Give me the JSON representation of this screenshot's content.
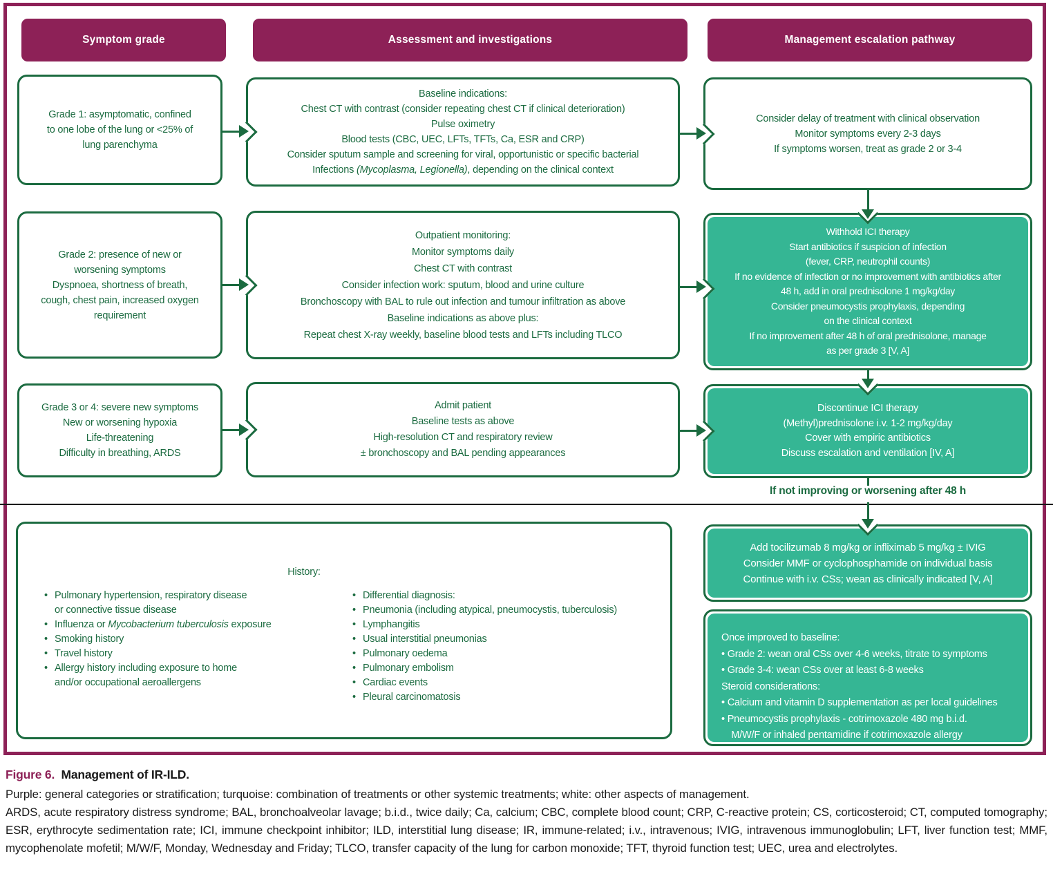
{
  "colors": {
    "purple": "#8D2157",
    "teal": "#35B694",
    "dark_green": "#1B6B40",
    "divider": "#1A1A1A"
  },
  "headers": {
    "symptom_grade": "Symptom grade",
    "assessment": "Assessment and investigations",
    "management": "Management escalation pathway"
  },
  "boxes": {
    "grade1": {
      "lines": [
        "Grade 1: asymptomatic, confined",
        "to one lobe of the lung or <25% of",
        "lung parenchyma"
      ]
    },
    "assessment1": {
      "lines": [
        "Baseline indications:",
        "Chest CT with contrast (consider repeating chest CT if clinical deterioration)",
        "Pulse oximetry",
        "Blood tests (CBC, UEC, LFTs, TFTs, Ca, ESR and CRP)",
        "Consider sputum sample and screening for viral, opportunistic or specific bacterial",
        "Infections *(Mycoplasma, Legionella)*, depending on the clinical context"
      ]
    },
    "management1": {
      "lines": [
        "Consider delay of treatment with clinical observation",
        "Monitor symptoms every 2-3 days",
        "If symptoms worsen, treat as grade 2 or 3-4"
      ]
    },
    "grade2": {
      "lines": [
        "Grade 2: presence of new or",
        "worsening symptoms",
        "Dyspnoea, shortness of breath,",
        "cough, chest pain, increased oxygen",
        "requirement"
      ]
    },
    "assessment2": {
      "lines": [
        "Outpatient monitoring:",
        "Monitor symptoms daily",
        "Chest CT with contrast",
        "Consider infection work: sputum, blood and urine culture",
        "Bronchoscopy with BAL to rule out infection and tumour infiltration as above",
        "Baseline indications as above plus:",
        "Repeat chest X-ray weekly, baseline blood tests and LFTs including TLCO"
      ]
    },
    "management2": {
      "lines": [
        "Withhold ICI therapy",
        "Start antibiotics if suspicion of infection",
        "(fever, CRP, neutrophil counts)",
        "If no evidence of infection or no improvement with antibiotics after",
        "48 h, add in oral prednisolone 1 mg/kg/day",
        "Consider pneumocystis prophylaxis, depending",
        "on the clinical context",
        "If no improvement after 48 h of oral prednisolone, manage",
        "as per grade 3 [V, A]"
      ]
    },
    "grade34": {
      "lines": [
        "Grade 3 or 4: severe new symptoms",
        "New or worsening hypoxia",
        "Life-threatening",
        "Difficulty in breathing, ARDS"
      ]
    },
    "assessment34": {
      "lines": [
        "Admit patient",
        "Baseline tests as above",
        "High-resolution CT and respiratory review",
        "± bronchoscopy and BAL pending appearances"
      ]
    },
    "management34": {
      "lines": [
        "Discontinue ICI therapy",
        "(Methyl)prednisolone i.v. 1-2 mg/kg/day",
        "Cover with empiric antibiotics",
        "Discuss escalation and ventilation [IV, A]"
      ]
    },
    "tocilizumab": {
      "lines": [
        "Add tocilizumab 8 mg/kg or infliximab 5 mg/kg ± IVIG",
        "Consider MMF or cyclophosphamide on individual basis",
        "Continue with i.v. CSs; wean as clinically indicated [V, A]"
      ]
    },
    "wean": {
      "lines": [
        "Once improved to baseline:",
        "• Grade 2: wean oral CSs over 4-6 weeks, titrate to symptoms",
        "• Grade 3-4: wean CSs over at least 6-8 weeks",
        "Steroid considerations:",
        "• Calcium and vitamin D supplementation as per local guidelines",
        "• Pneumocystis prophylaxis - cotrimoxazole 480 mg b.i.d.",
        " M/W/F or inhaled pentamidine if cotrimoxazole allergy"
      ]
    },
    "history": {
      "title": "History:",
      "left_items": [
        "Pulmonary hypertension, respiratory disease\nor connective tissue disease",
        "Influenza or *Mycobacterium tuberculosis* exposure",
        "Smoking history",
        "Travel history",
        "Allergy history including exposure to home\nand/or occupational aeroallergens"
      ],
      "right_items": [
        "Differential diagnosis:",
        "Pneumonia (including atypical, pneumocystis, tuberculosis)",
        "Lymphangitis",
        "Usual interstitial pneumonias",
        "Pulmonary oedema",
        "Pulmonary embolism",
        "Cardiac events",
        "Pleural carcinomatosis"
      ]
    }
  },
  "labels": {
    "escalation": "If not improving or worsening after 48 h"
  },
  "caption": {
    "label": "Figure 6.",
    "title": "Management of IR-ILD.",
    "legend": "Purple: general categories or stratification; turquoise: combination of treatments or other systemic treatments; white: other aspects of management.",
    "abbreviations": "ARDS, acute respiratory distress syndrome; BAL, bronchoalveolar lavage; b.i.d., twice daily; Ca, calcium; CBC, complete blood count; CRP, C-reactive protein; CS, corticosteroid; CT, computed tomography; ESR, erythrocyte sedimentation rate; ICI, immune checkpoint inhibitor; ILD, interstitial lung disease; IR, immune-related; i.v., intravenous; IVIG, intravenous immunoglobulin; LFT, liver function test; MMF, mycophenolate mofetil; M/W/F, Monday, Wednesday and Friday; TLCO, transfer capacity of the lung for carbon monoxide; TFT, thyroid function test; UEC, urea and electrolytes."
  }
}
